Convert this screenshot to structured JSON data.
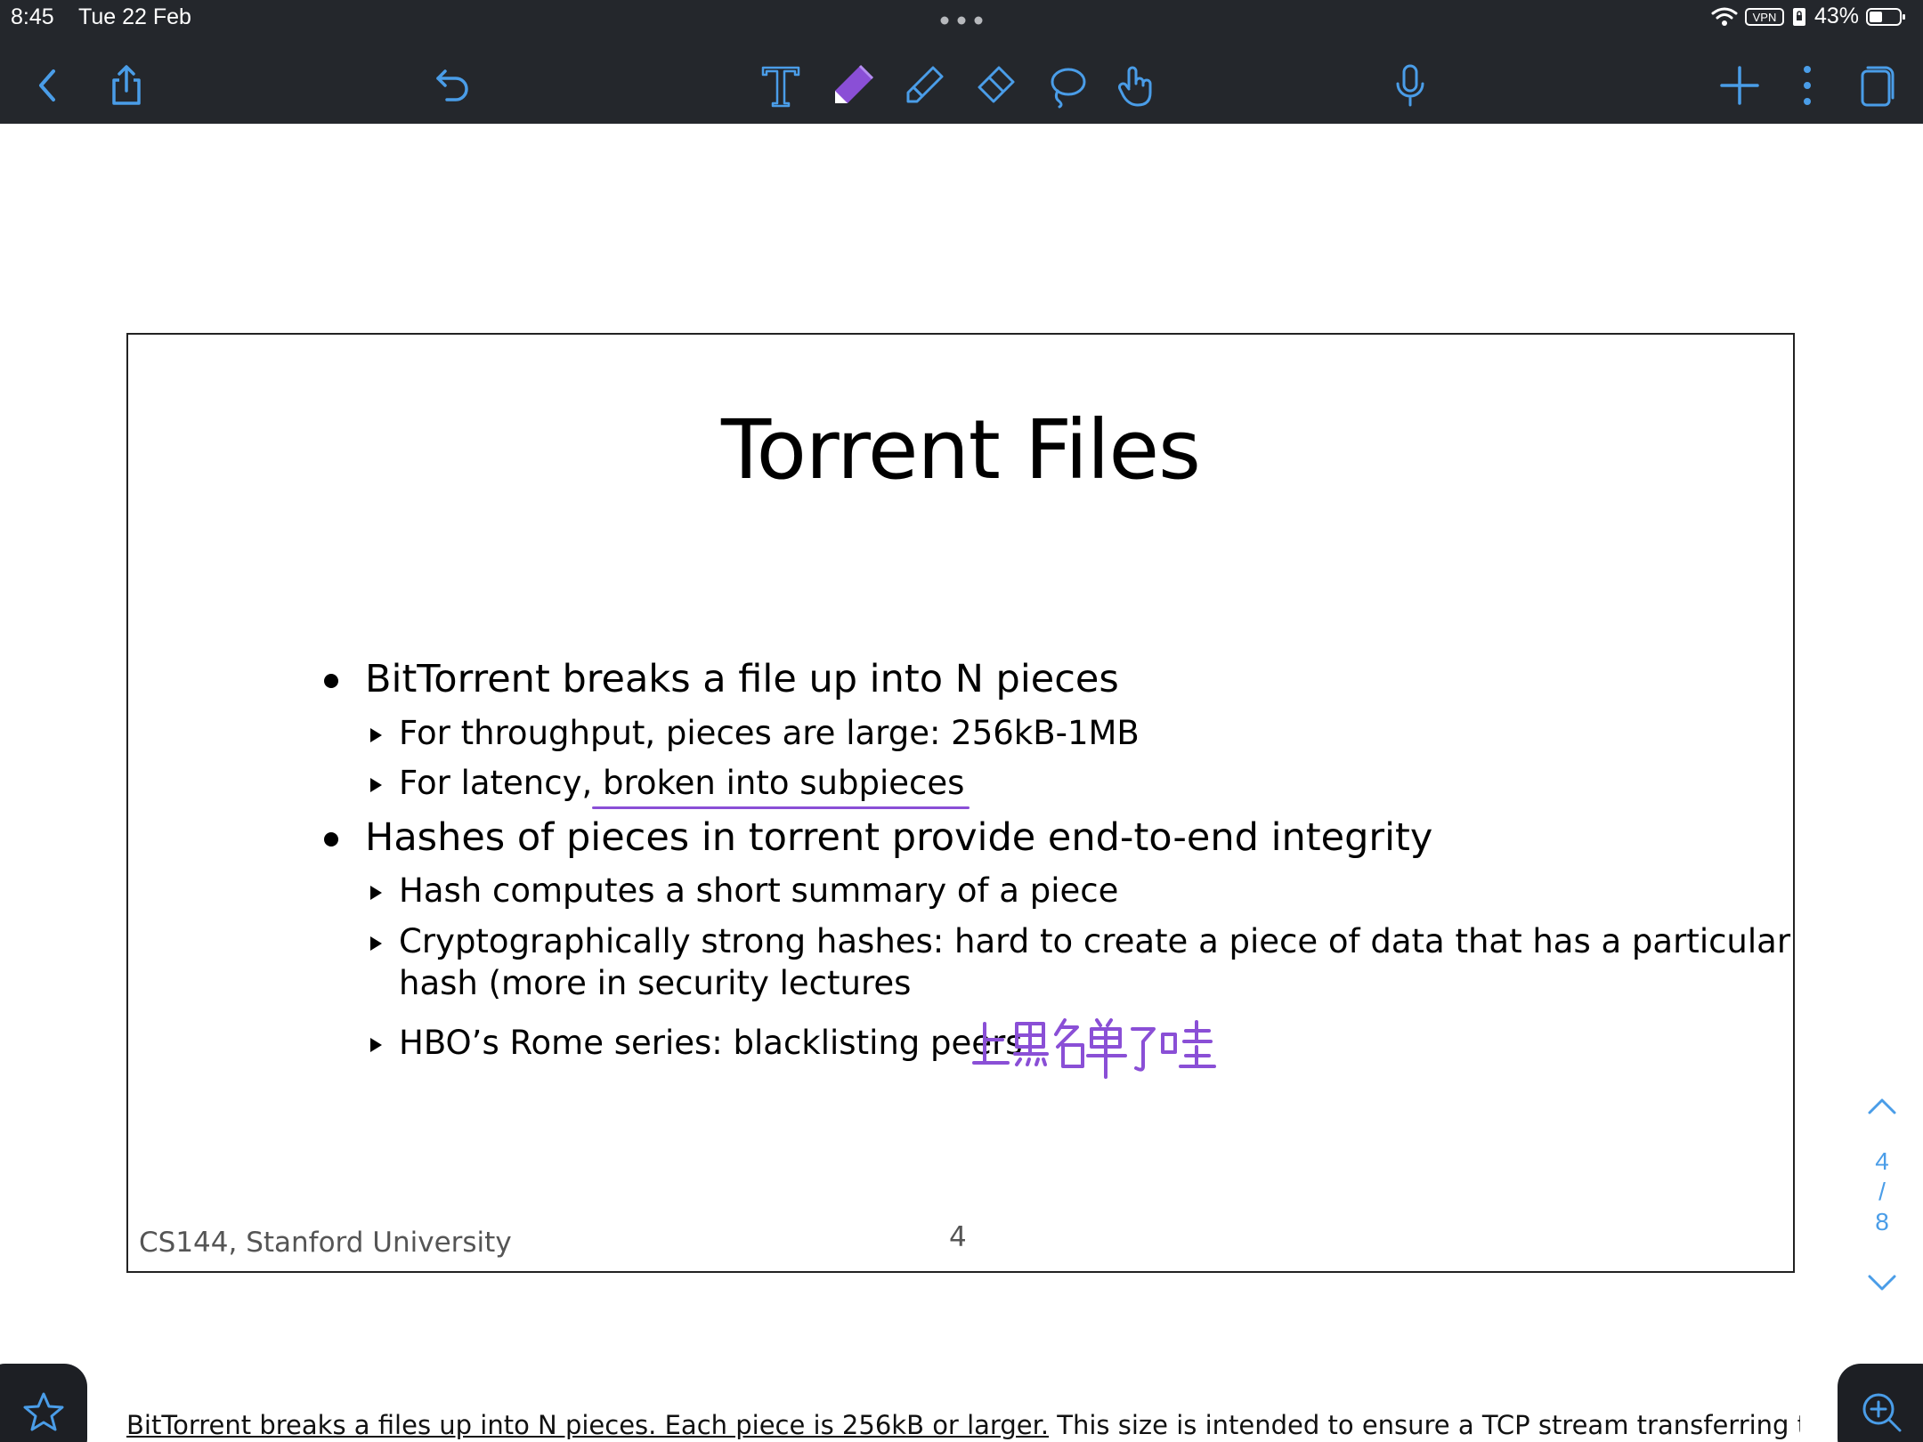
{
  "status_bar": {
    "time": "8:45",
    "date": "Tue 22 Feb",
    "vpn_label": "VPN",
    "battery_percent": "43%",
    "battery_level": 0.43
  },
  "toolbar": {
    "icons": [
      "back-icon",
      "share-icon",
      "undo-icon",
      "text-tool-icon",
      "pen-icon",
      "highlighter-icon",
      "eraser-icon",
      "lasso-icon",
      "hand-pointer-icon",
      "microphone-icon",
      "add-icon",
      "more-icon",
      "pages-icon"
    ],
    "accent_color": "#4a9de8",
    "pen_color": "#8a4fd6"
  },
  "slide": {
    "title": "Torrent Files",
    "bullets": [
      {
        "text": "BitTorrent breaks a file up into N pieces",
        "sub": [
          {
            "text": "For throughput, pieces are large: 256kB-1MB"
          },
          {
            "text_before": "For latency,",
            "text_underlined": " broken into subpieces"
          }
        ]
      },
      {
        "text": "Hashes of pieces in torrent provide end-to-end integrity",
        "sub": [
          {
            "text": "Hash computes a short summary of a piece"
          },
          {
            "text_line1": "Cryptographically strong hashes: hard to create a piece of data that has a particular",
            "text_line2": "hash (more in security lectures"
          },
          {
            "text": "HBO’s Rome series: blacklisting peers"
          }
        ]
      }
    ],
    "handwritten_note": "上黑名单了哇",
    "footer": "CS144, Stanford University",
    "page_number": "4"
  },
  "page_navigator": {
    "current": "4",
    "separator": "/",
    "total": "8"
  },
  "notes": {
    "underlined_part": "BitTorrent breaks a files up into N pieces. Each piece is 256kB or larger.",
    "rest": " This size is intended to ensure a TCP stream transferring the"
  }
}
